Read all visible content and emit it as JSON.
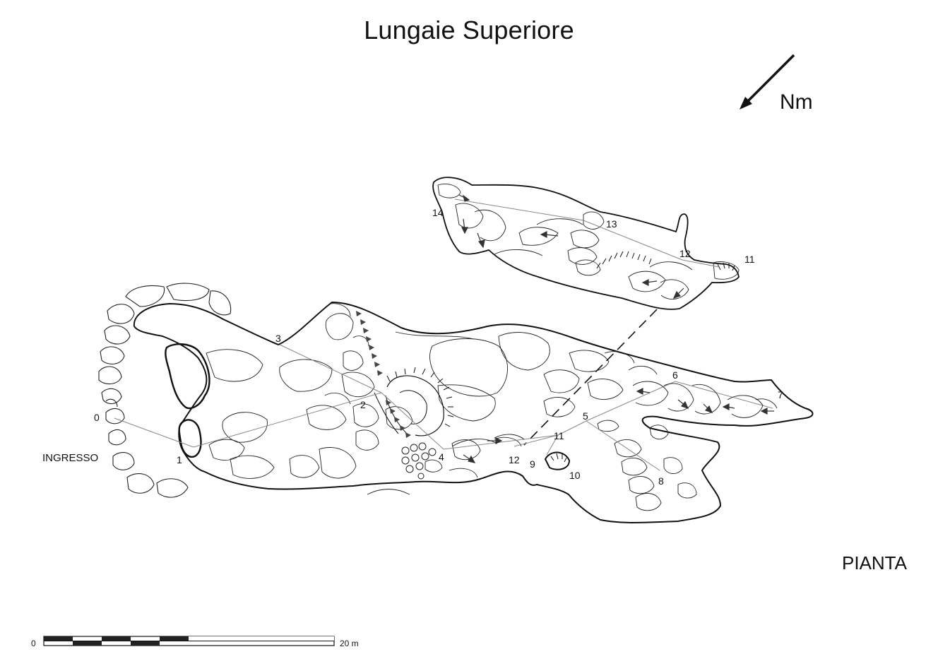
{
  "title": "Lungaie Superiore",
  "north_label": "Nm",
  "view_label": "PIANTA",
  "entrance_label": "INGRESSO",
  "scale": {
    "start": "0",
    "end": "20 m"
  },
  "stations": [
    "0",
    "1",
    "2",
    "3",
    "4",
    "5",
    "6",
    "7",
    "8",
    "9",
    "10",
    "11",
    "11",
    "12",
    "12",
    "13",
    "14"
  ],
  "colors": {
    "ink": "#111111",
    "survey_line": "#888888",
    "background": "#ffffff"
  }
}
